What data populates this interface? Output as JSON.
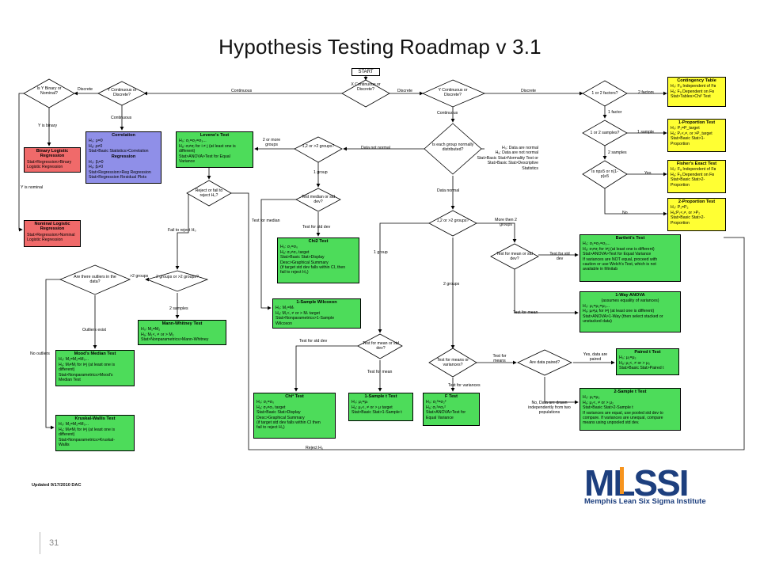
{
  "title": "Hypothesis Testing Roadmap v 3.1",
  "start": "START",
  "decisions": {
    "x_cont_disc": "X Continuous or Discrete?",
    "y_cont_disc_left": "Y Continuous or Discrete?",
    "y_binary": "Is Y Binary or Nominal?",
    "y_cont_disc_right": "Y Continuous or Discrete?",
    "factors": "1 or 2 factors?",
    "samples": "1 or 2 samples?",
    "npt5": "Is np≥5 or n(1-p)≥5",
    "normal": "Is each group normally distributed?",
    "groups_top": "1,2 or >2 groups?",
    "median_sd": "Test median or std dev?",
    "reject": "Reject or fail to reject H₀?",
    "outliers": "Are there outliers in the data?",
    "groups_2": "2 groups or >2 groups?",
    "mean_sd_left": "Test for mean or std dev?",
    "groups_mid": "1,2 or >2 groups?",
    "mean_sd_right": "Test for mean or std dev?",
    "means_var": "Test for means or variances?",
    "paired": "Are data paired?"
  },
  "boxes": {
    "contingency": {
      "title": "Contingency Table",
      "lines": [
        "H₀: Fₐ Independent of Fʙ",
        "Hₐ: Fₐ Dependent on Fʙ",
        "Stat>Tables>Chi² Test"
      ]
    },
    "prop1": {
      "title": "1-Proportion Test",
      "lines": [
        "H₀: P₁=P_target",
        "Hₐ: P₁<,≠, or >P_target",
        "Stat>Basic Stat>1-",
        "Proportion"
      ]
    },
    "fisher": {
      "title": "Fisher's Exact Test",
      "lines": [
        "H₀: Fₐ Independent of Fʙ",
        "Hₐ: Fₐ Dependent on Fʙ",
        "Stat>Basic Stat>2-",
        "Proportion"
      ]
    },
    "prop2": {
      "title": "2-Proportion Test",
      "lines": [
        "H₀: P₁=P₂",
        "Hₐ:P₁<,≠, or >P₂",
        "Stat>Basic Stat>2-",
        "Proportion"
      ]
    },
    "correlation": {
      "title": "Correlation",
      "lines": [
        "H₀: ρ=0",
        "Hₐ: ρ≠0",
        "Stat>Basic Statistics>Correlation",
        "Regression",
        "H₀: βᵢ=0",
        "Hₐ: βᵢ≠0",
        "Stat>Regression>Reg Regression",
        "Stat>Regression Residual Plots"
      ]
    },
    "binary_logistic": {
      "title": "Binary Logistic Regression",
      "lines": [
        "Stat>Regression>Binary",
        "Logistic Regression"
      ]
    },
    "nominal_logistic": {
      "title": "Nominal Logistic Regression",
      "lines": [
        "Stat>Regression>Nominal",
        "Logistic Regression"
      ]
    },
    "levene": {
      "title": "Levene's Test",
      "lines": [
        "H₀: σ₁=σ₂=σ₃...",
        "Hₐ: σᵢ≠σⱼ for i ≠ j (at least one is",
        "different)",
        "Stat>ANOVA>Test for Equal",
        "Variance"
      ]
    },
    "chi2_top": {
      "title": "Chi2 Test",
      "lines": [
        "H₀: σ₁=σ₀",
        "Hₐ: σ₁≠σ₀ target",
        "Stat>Basic Stat>Display",
        "Desc>Graphical Summary",
        "(if target std dev falls within CI, then",
        "fail to reject H₀)"
      ]
    },
    "wilcoxon": {
      "title": "1-Sample Wilcoxon",
      "lines": [
        "H₀: M₁=Mₜ",
        "Hₐ: M₁<, ≠ or > Mₜ target",
        "Stat>Nonparametrics>1-Sample",
        "Wilcoxon"
      ]
    },
    "mann": {
      "title": "Mann-Whitney Test",
      "lines": [
        "H₀: M₁=M₂",
        "Hₐ: M₁<, ≠ or > M₂",
        "Stat>Nonparametrics>Mann-Whitney"
      ]
    },
    "mood": {
      "title": "Mood's Median Test",
      "lines": [
        "H₀: M₁=M₂=M₃...",
        "Hₐ: Mᵢ≠Mⱼ for i≠j (at least one is",
        "different)",
        "Stat>Nonparametrics>Mood's",
        "Median Test"
      ]
    },
    "kruskal": {
      "title": "Kruskal-Wallis Test",
      "lines": [
        "H₀: M₁=M₂=M₃...",
        "Hₐ: Mᵢ≠Mⱼ for i≠j (at least one is",
        "different)",
        "Stat>Nonparametrics>Kruskal-",
        "Wallis"
      ]
    },
    "bartlett": {
      "title": "Bartlett's Test",
      "lines": [
        "H₀: σ₁=σ₂=σ₃...",
        "Hₐ: σᵢ≠σⱼ for i≠j (at least one is different)",
        "Stat>ANOVA>Test for Equal Variance",
        "If variances are NOT equal, proceed with",
        "caution or use Welch's Test, which is not",
        "available in Minitab"
      ]
    },
    "anova": {
      "title": "1-Way ANOVA",
      "lines": [
        "(assumes equality of variances)",
        "H₀: μ₁=μ₂=μ₃...",
        "Hₐ: μᵢ≠μⱼ for i≠j (at least one is different)",
        "Stat>ANOVA>1-Way (then select stacked or",
        "unstacked data)"
      ]
    },
    "chi2_bottom": {
      "title": "Chi² Test",
      "lines": [
        "H₀: σ₁=σ₀",
        "Hₐ: σ₁≠σ₀ target",
        "Stat>Basic Stat>Display",
        "Desc>Graphical Summary",
        "(if target std dev falls within CI then",
        "fail to reject H₀)"
      ]
    },
    "t1": {
      "title": "1-Sample t Test",
      "lines": [
        "H₀: μ₁=μₜ",
        "Hₐ: μ₁<, ≠ or > μ target",
        "Stat>Basic Stat>1-Sample t"
      ]
    },
    "ftest": {
      "title": "F Test",
      "lines": [
        "H₀: σ₁²=σ₂²",
        "Hₐ: σ₁²≠σ₂²",
        "Stat>ANOVA>Test for",
        "Equal Variance"
      ]
    },
    "paired_t": {
      "title": "Paired t Test",
      "lines": [
        "H₀: μ₁=μ₂",
        "Hₐ: μ₁<, ≠ or > μ₂",
        "Stat>Basic Stat>Paired t"
      ]
    },
    "t2": {
      "title": "2-Sample t Test",
      "lines": [
        "H₀: μ₁=μ₂",
        "Hₐ: μ₁<, ≠ or > μ₂",
        "Stat>Basic Stat>2-Sample t",
        "If variances are equal, use pooled std dev to",
        "compare. If variances are unequal, compare",
        "means using unpooled std dev."
      ]
    }
  },
  "notes": {
    "normality": [
      "H₀: Data are normal",
      "Hₐ: Data are not normal",
      "Stat>Basic Stat>Normality Test or",
      "Stat>Basic Stat>Descriptive",
      "Statistics"
    ]
  },
  "labels": {
    "discrete_left": "Discrete",
    "continuous_top": "Continuous",
    "discrete_mid": "Discrete",
    "discrete_right": "Discrete",
    "continuous_left": "Continuous",
    "y_binary": "Y is binary",
    "y_nominal": "Y is nominal",
    "two_factors": "2 factors",
    "one_factor": "1 factor",
    "one_sample": "1 sample",
    "two_samples": "2 samples",
    "yes": "Yes",
    "no": "No",
    "continuous_down": "Continuous",
    "data_not_normal": "Data not normal",
    "two_or_more": "2 or more groups",
    "one_group_top": "1 group",
    "test_for_median": "Test for median",
    "test_for_std_dev_top": "Test for std dev",
    "fail_to_reject": "Fail to reject H₀",
    "gt2_groups": ">2 groups",
    "two_samples_b": "2 samples",
    "outliers_exist": "Outliers exist",
    "no_outliers": "No outliers",
    "reject_h0": "Reject H₀",
    "data_normal": "Data normal",
    "more_than_2": "More then 2 groups",
    "test_for_std_dev_right": "Test for std dev",
    "test_for_mean_right": "Test for mean",
    "one_group_mid": "1 group",
    "two_groups_mid": "2 groups",
    "test_for_std_dev_left": "Test for std dev",
    "test_for_mean_left": "Test for mean",
    "test_for_means": "Test for means",
    "test_for_variances": "Test for variances",
    "yes_paired": "Yes, data are paired",
    "no_independent": "No, Data are drawn independently from two populations"
  },
  "footer": {
    "updated": "Updated 9/17/2010 DAC",
    "page_number": "31",
    "logo_word": "MLSSI",
    "logo_tagline": "Memphis Lean Six Sigma Institute"
  },
  "colors": {
    "test_green": "#4ddc5a",
    "discrete_yellow": "#ffff33",
    "logistic_red": "#f06a6a",
    "regression_blue": "#8f8fe8",
    "logo_blue": "#1d3f7e",
    "logo_orange": "#f7941d"
  }
}
